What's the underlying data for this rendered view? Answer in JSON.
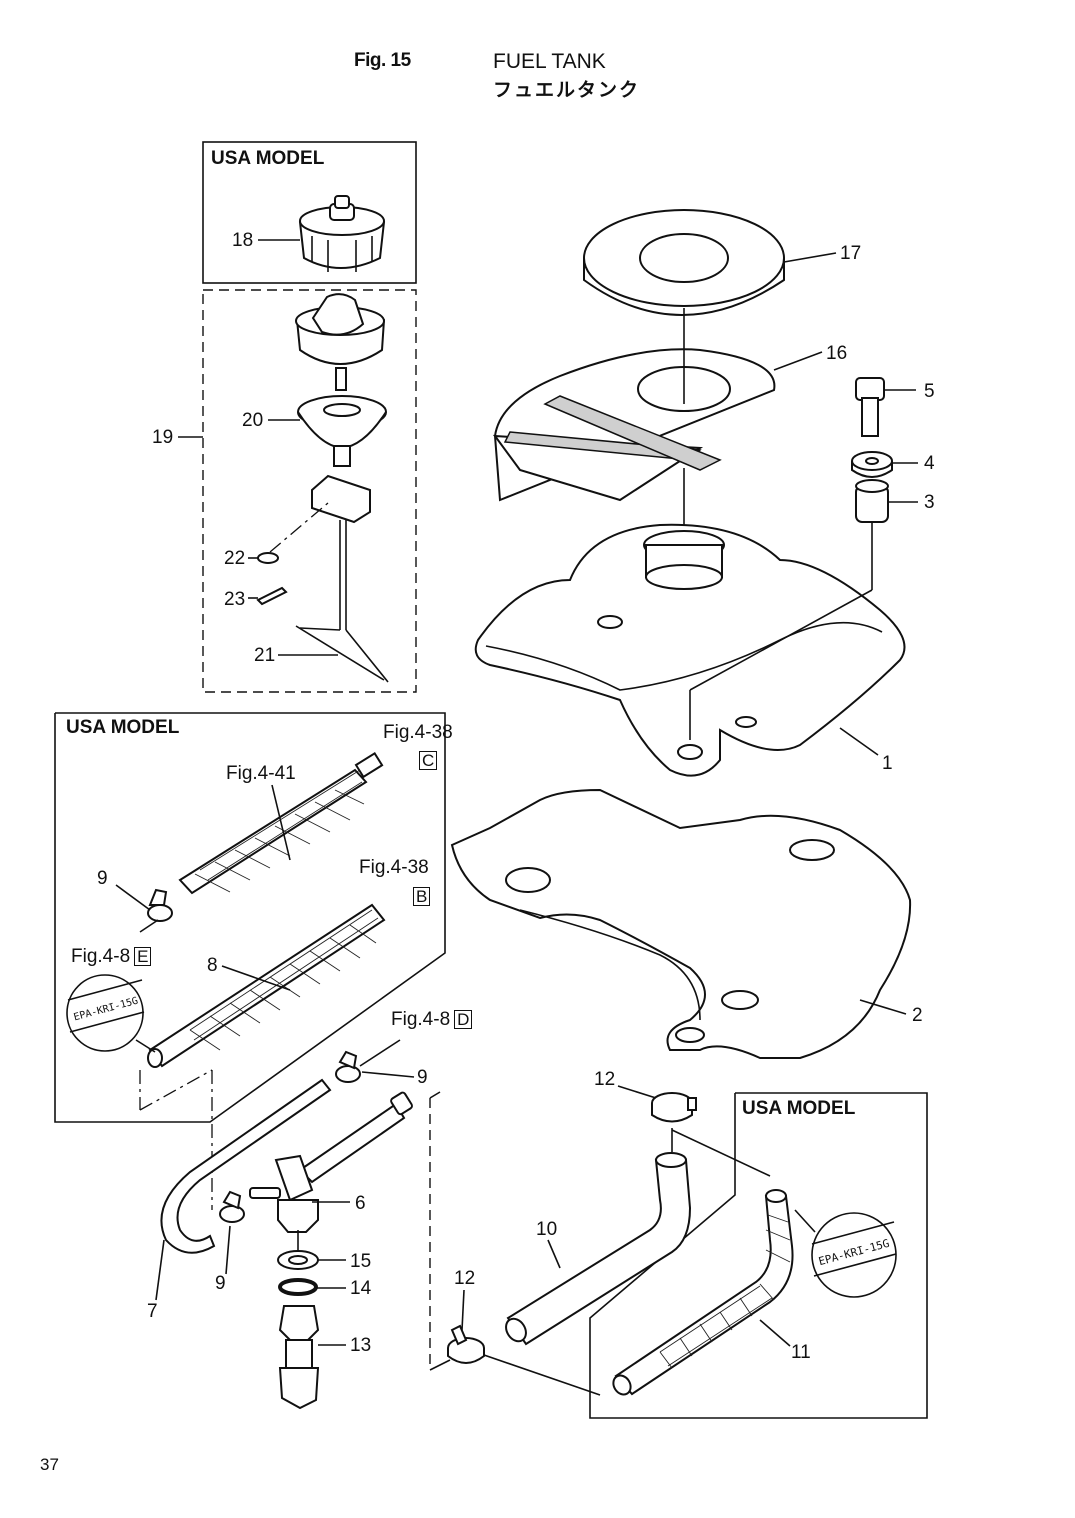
{
  "header": {
    "figure_number": "Fig. 15",
    "title_en": "FUEL TANK",
    "title_ja": "フュエルタンク"
  },
  "model_labels": {
    "top_left": "USA MODEL",
    "middle_left": "USA MODEL",
    "bottom_right": "USA MODEL"
  },
  "stamps": {
    "left": "EPA-KRI-15G",
    "right": "EPA-KRI-15G"
  },
  "references": {
    "fig_4_38_c": {
      "text": "Fig.4-38",
      "box": "C"
    },
    "fig_4_41": {
      "text": "Fig.4-41"
    },
    "fig_4_38_b": {
      "text": "Fig.4-38",
      "box": "B"
    },
    "fig_4_8_e": {
      "text": "Fig.4-8",
      "box": "E"
    },
    "fig_4_8_d": {
      "text": "Fig.4-8",
      "box": "D"
    }
  },
  "callouts": {
    "p1": "1",
    "p2": "2",
    "p3": "3",
    "p4": "4",
    "p5": "5",
    "p6": "6",
    "p7": "7",
    "p8": "8",
    "p9a": "9",
    "p9b": "9",
    "p9c": "9",
    "p10": "10",
    "p11": "11",
    "p12a": "12",
    "p12b": "12",
    "p13": "13",
    "p14": "14",
    "p15": "15",
    "p16": "16",
    "p17": "17",
    "p18": "18",
    "p19": "19",
    "p20": "20",
    "p21": "21",
    "p22": "22",
    "p23": "23"
  },
  "page_number": "37"
}
